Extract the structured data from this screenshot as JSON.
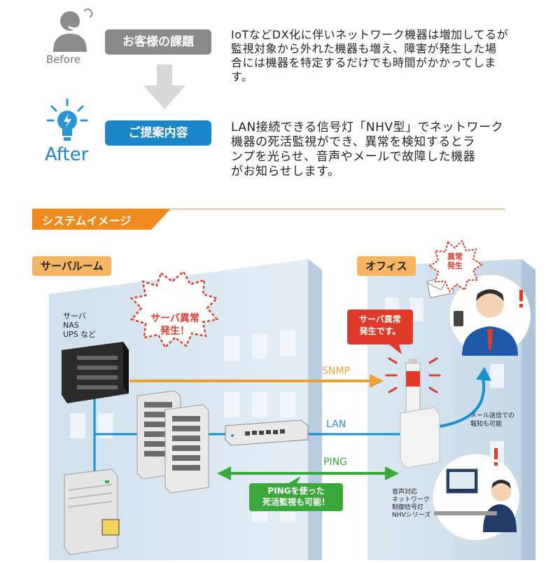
{
  "top": {
    "before_label": "Before",
    "after_label": "After",
    "problem_badge": "お客様の課題",
    "problem_text": [
      "IoTなどDX化に伴いネットワーク機器は増加してるが",
      "監視対象から外れた機器も増え、障害が発生した場",
      "合には機器を特定するだけでも時間がかかってしま",
      "す。"
    ],
    "proposal_badge": "ご提案内容",
    "proposal_text": [
      "LAN接続できる信号灯「NHV型」でネットワーク",
      "機器の死活監視ができ、異常を検知するとラ",
      "ンプを光らせ、音声やメールで故障した機器",
      "がお知らせします。"
    ]
  },
  "system": {
    "header": "システムイメージ",
    "server_room_label": "サーバルーム",
    "office_label": "オフィス",
    "device_list": [
      "サーバ",
      "NAS",
      "UPS など"
    ],
    "server_error_burst": [
      "サーバ異常",
      "発生！"
    ],
    "office_error_burst": [
      "異常",
      "発生"
    ],
    "callout_red": [
      "サーバ異常",
      "発生です。"
    ],
    "callout_green": [
      "PINGを使った",
      "死活監視も可能！"
    ],
    "snmp_label": "SNMP",
    "lan_label": "LAN",
    "ping_label": "PING",
    "mail_note": [
      "メール送信での",
      "報知も可能"
    ],
    "signal_caption": [
      "音声対応",
      "ネットワーク",
      "制御信号灯",
      "NHVシリーズ"
    ]
  },
  "colors": {
    "badge_gray": "#8a8a8a",
    "badge_blue": "#1a86c8",
    "header_orange": "#f08a1c",
    "label_orange": "#f5b562",
    "snmp_orange": "#e9a03a",
    "lan_blue": "#1a8fd0",
    "ping_green": "#3aa83a",
    "alert_red": "#e03a2a"
  }
}
